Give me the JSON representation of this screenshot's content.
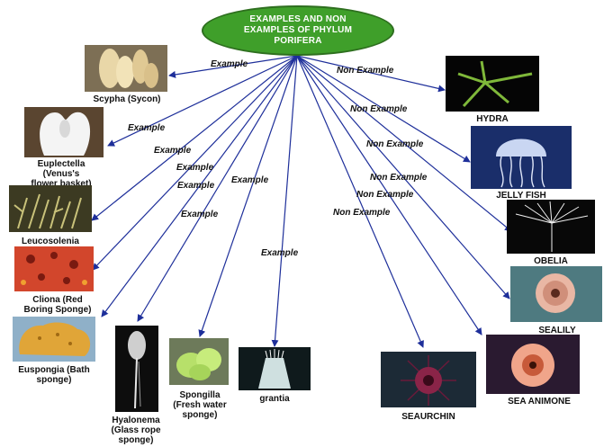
{
  "title": "EXAMPLES AND NON\nEXAMPLES OF PHYLUM\nPORIFERA",
  "colors": {
    "ellipse": "#3f9f2a",
    "arrow": "#1e2f9a"
  },
  "edge_labels": {
    "example": "Example",
    "non_example": "Non Example"
  },
  "examples": [
    {
      "id": "scypha",
      "caption": "Scypha (Sycon)",
      "icon": "sponge-cluster-image"
    },
    {
      "id": "euplectella",
      "caption": "Euplectella\n(Venus's\nflower basket)",
      "icon": "white-sponge-image"
    },
    {
      "id": "leucosolenia",
      "caption": "Leucosolenia",
      "icon": "branching-sponge-image"
    },
    {
      "id": "cliona",
      "caption": "Cliona (Red\nBoring Sponge)",
      "icon": "red-sponge-image"
    },
    {
      "id": "euspongia",
      "caption": "Euspongia (Bath\nsponge)",
      "icon": "bath-sponge-image"
    },
    {
      "id": "hyalonema",
      "caption": "Hyalonema\n(Glass rope\nsponge)",
      "icon": "glass-rope-sponge-image"
    },
    {
      "id": "spongilla",
      "caption": "Spongilla\n(Fresh water\nsponge)",
      "icon": "green-sponge-image"
    },
    {
      "id": "grantia",
      "caption": "grantia",
      "icon": "grantia-image"
    }
  ],
  "non_examples": [
    {
      "id": "hydra",
      "caption": "HYDRA",
      "icon": "hydra-image"
    },
    {
      "id": "jellyfish",
      "caption": "JELLY FISH",
      "icon": "jellyfish-image"
    },
    {
      "id": "obelia",
      "caption": "OBELIA",
      "icon": "obelia-image"
    },
    {
      "id": "sealily",
      "caption": "SEALILY",
      "icon": "sealily-image"
    },
    {
      "id": "seaanimone",
      "caption": "SEA ANIMONE",
      "icon": "sea-anemone-image"
    },
    {
      "id": "seaurchin",
      "caption": "SEAURCHIN",
      "icon": "sea-urchin-image"
    }
  ]
}
